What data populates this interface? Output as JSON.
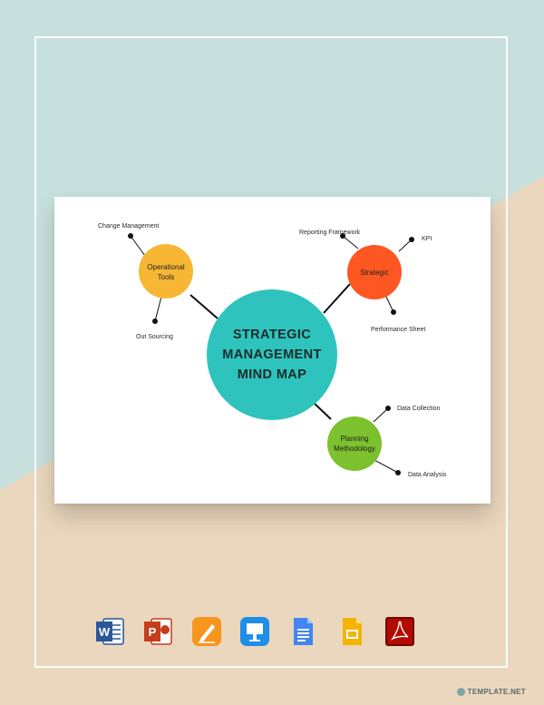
{
  "mindmap": {
    "center": {
      "lines": [
        "STRATEGIC",
        "MANAGEMENT",
        "MIND MAP"
      ],
      "color": "#2ec4bd"
    },
    "branches": [
      {
        "id": "operational",
        "lines": [
          "Operational",
          "Tools"
        ],
        "color": "#f7b734",
        "leaves": [
          "Change Management",
          "Out Sourcing"
        ]
      },
      {
        "id": "strategic",
        "lines": [
          "Strategic"
        ],
        "color": "#ff5722",
        "leaves": [
          "Reporting Framework",
          "KPI",
          "Performance Sheet"
        ]
      },
      {
        "id": "planning",
        "lines": [
          "Planning",
          "Methodology"
        ],
        "color": "#7cc12e",
        "leaves": [
          "Data Collection",
          "Data Analysis"
        ]
      }
    ]
  },
  "file_formats": [
    {
      "name": "word-icon",
      "letter": "W",
      "color": "#2b579a"
    },
    {
      "name": "powerpoint-icon",
      "letter": "P",
      "color": "#c43e1c"
    },
    {
      "name": "pages-icon",
      "letter": "",
      "color": "#f7961e"
    },
    {
      "name": "keynote-icon",
      "letter": "",
      "color": "#1e8ee8"
    },
    {
      "name": "google-docs-icon",
      "letter": "",
      "color": "#4285f4"
    },
    {
      "name": "google-slides-icon",
      "letter": "",
      "color": "#f4b400"
    },
    {
      "name": "pdf-icon",
      "letter": "",
      "color": "#b30b00"
    }
  ],
  "brand": {
    "text": "TEMPLATE.NET"
  }
}
